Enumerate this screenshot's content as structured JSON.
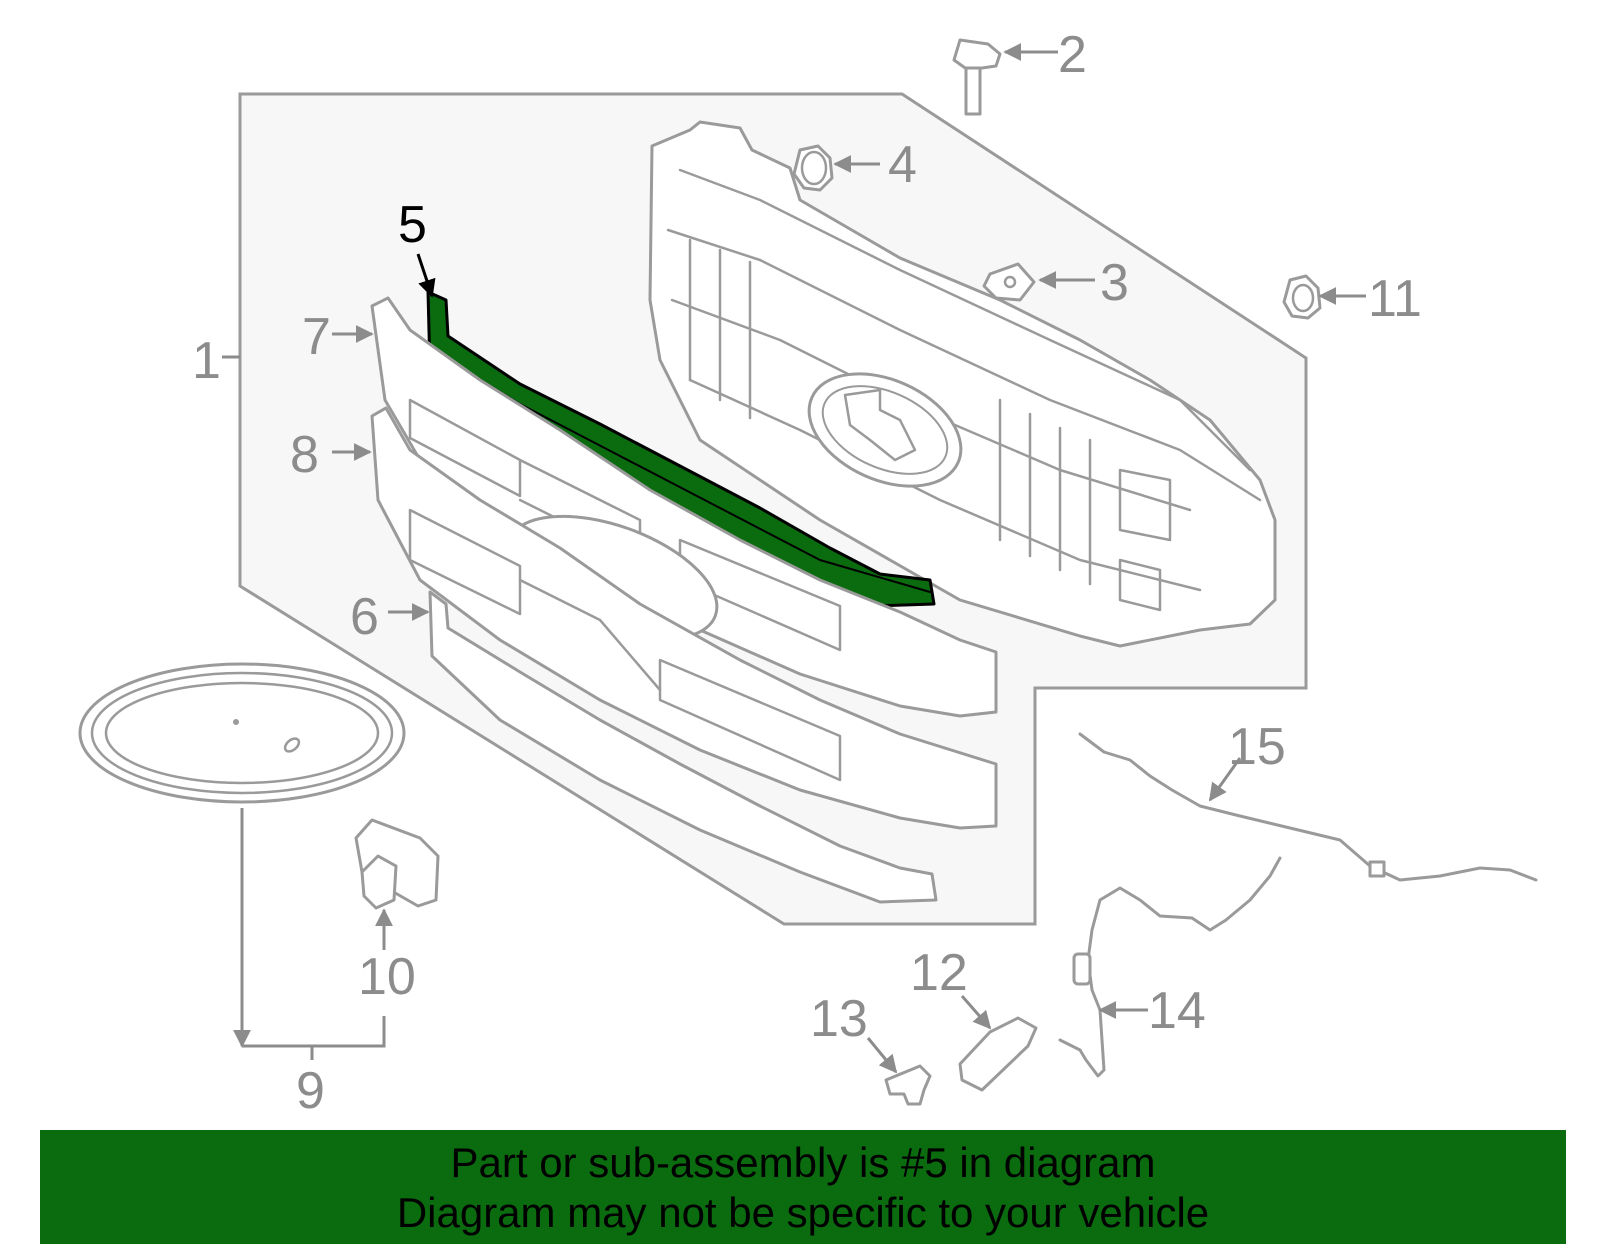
{
  "highlight_color": "#0b6b0f",
  "labels": {
    "l1": "1",
    "l2": "2",
    "l3": "3",
    "l4": "4",
    "l5": "5",
    "l6": "6",
    "l7": "7",
    "l8": "8",
    "l9": "9",
    "l10": "10",
    "l11": "11",
    "l12": "12",
    "l13": "13",
    "l14": "14",
    "l15": "15"
  },
  "banner": {
    "line1": "Part or sub-assembly is #5 in diagram",
    "line2": "Diagram may not be specific to your vehicle"
  }
}
